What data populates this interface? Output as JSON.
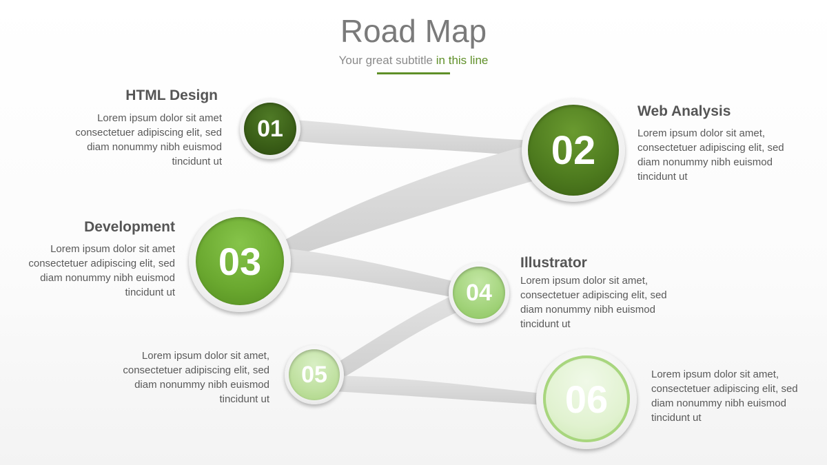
{
  "header": {
    "title": "Road Map",
    "subtitle_main": "Your great subtitle",
    "subtitle_accent": "in this line"
  },
  "colors": {
    "accent": "#5f8f28",
    "step1": "#3a5e17",
    "step2": "#4d7a1e",
    "step3": "#6aa82f",
    "step4": "#a2d37a",
    "step5": "#bfe09f",
    "step6": "#e1f2d0",
    "connector": "#d6d6d6"
  },
  "steps": [
    {
      "number": "01",
      "heading": "HTML Design",
      "body": "Lorem ipsum dolor sit amet consectetuer adipiscing elit, sed diam nonummy nibh euismod tincidunt ut"
    },
    {
      "number": "02",
      "heading": "Web Analysis",
      "body": "Lorem ipsum dolor sit amet, consectetuer adipiscing elit, sed diam nonummy nibh euismod tincidunt ut"
    },
    {
      "number": "03",
      "heading": "Development",
      "body": "Lorem ipsum dolor sit amet consectetuer adipiscing elit, sed diam nonummy nibh euismod tincidunt ut"
    },
    {
      "number": "04",
      "heading": "Illustrator",
      "body": "Lorem ipsum dolor sit amet, consectetuer adipiscing elit, sed diam nonummy nibh euismod tincidunt ut"
    },
    {
      "number": "05",
      "heading": "",
      "body": "Lorem ipsum dolor sit amet, consectetuer adipiscing elit, sed diam nonummy nibh euismod tincidunt ut"
    },
    {
      "number": "06",
      "heading": "",
      "body": "Lorem ipsum dolor sit amet, consectetuer adipiscing elit, sed diam nonummy nibh euismod tincidunt ut"
    }
  ]
}
